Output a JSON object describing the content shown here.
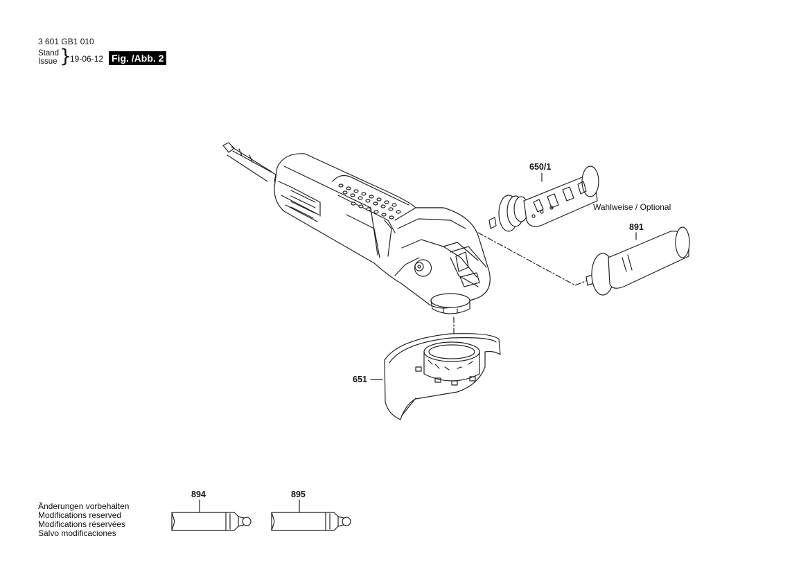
{
  "header": {
    "part_number": "3 601 GB1 010",
    "stand_label": "Stand",
    "issue_label": "Issue",
    "brace": "}",
    "date": "19-06-12",
    "figure_label": "Fig. /Abb. 2"
  },
  "callouts": {
    "handle_650_1": "650/1",
    "optional_note": "Wahlweise / Optional",
    "handle_891": "891",
    "guard_651": "651",
    "tube_894": "894",
    "tube_895": "895"
  },
  "footer": {
    "lines": [
      "Änderungen vorbehalten",
      "Modifications reserved",
      "Modifications réservées",
      "Salvo modificaciones"
    ]
  }
}
